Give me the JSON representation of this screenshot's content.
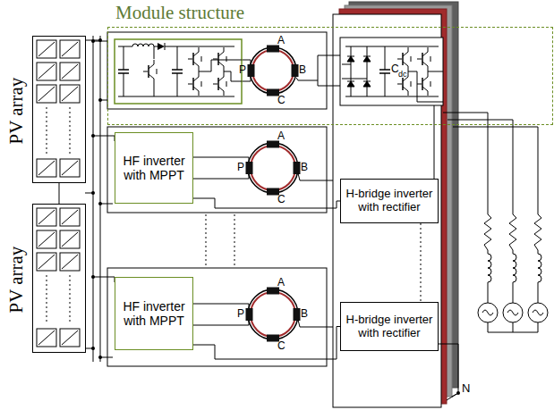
{
  "diagram": {
    "nodes": [
      {
        "text": [
          "Module structure"
        ]
      },
      {
        "text": [
          "PV array"
        ]
      },
      {
        "text": [
          "PV array"
        ]
      },
      {
        "text": [
          "HF inverter with MPPT"
        ]
      },
      {
        "text": [
          "HF inverter with MPPT"
        ]
      },
      {
        "text": [
          "H-bridge inverter with rectifier"
        ]
      },
      {
        "text": [
          "H-bridge inverter with rectifier"
        ]
      }
    ],
    "edges": [
      {
        "from": 3,
        "to": 5,
        "arrow": "none"
      },
      {
        "from": 4,
        "to": 6,
        "arrow": "none"
      }
    ],
    "labels": [
      "A",
      "P",
      "B",
      "C",
      "C",
      "dc",
      "A",
      "P",
      "B",
      "C",
      "A",
      "P",
      "B",
      "C",
      "N"
    ]
  }
}
